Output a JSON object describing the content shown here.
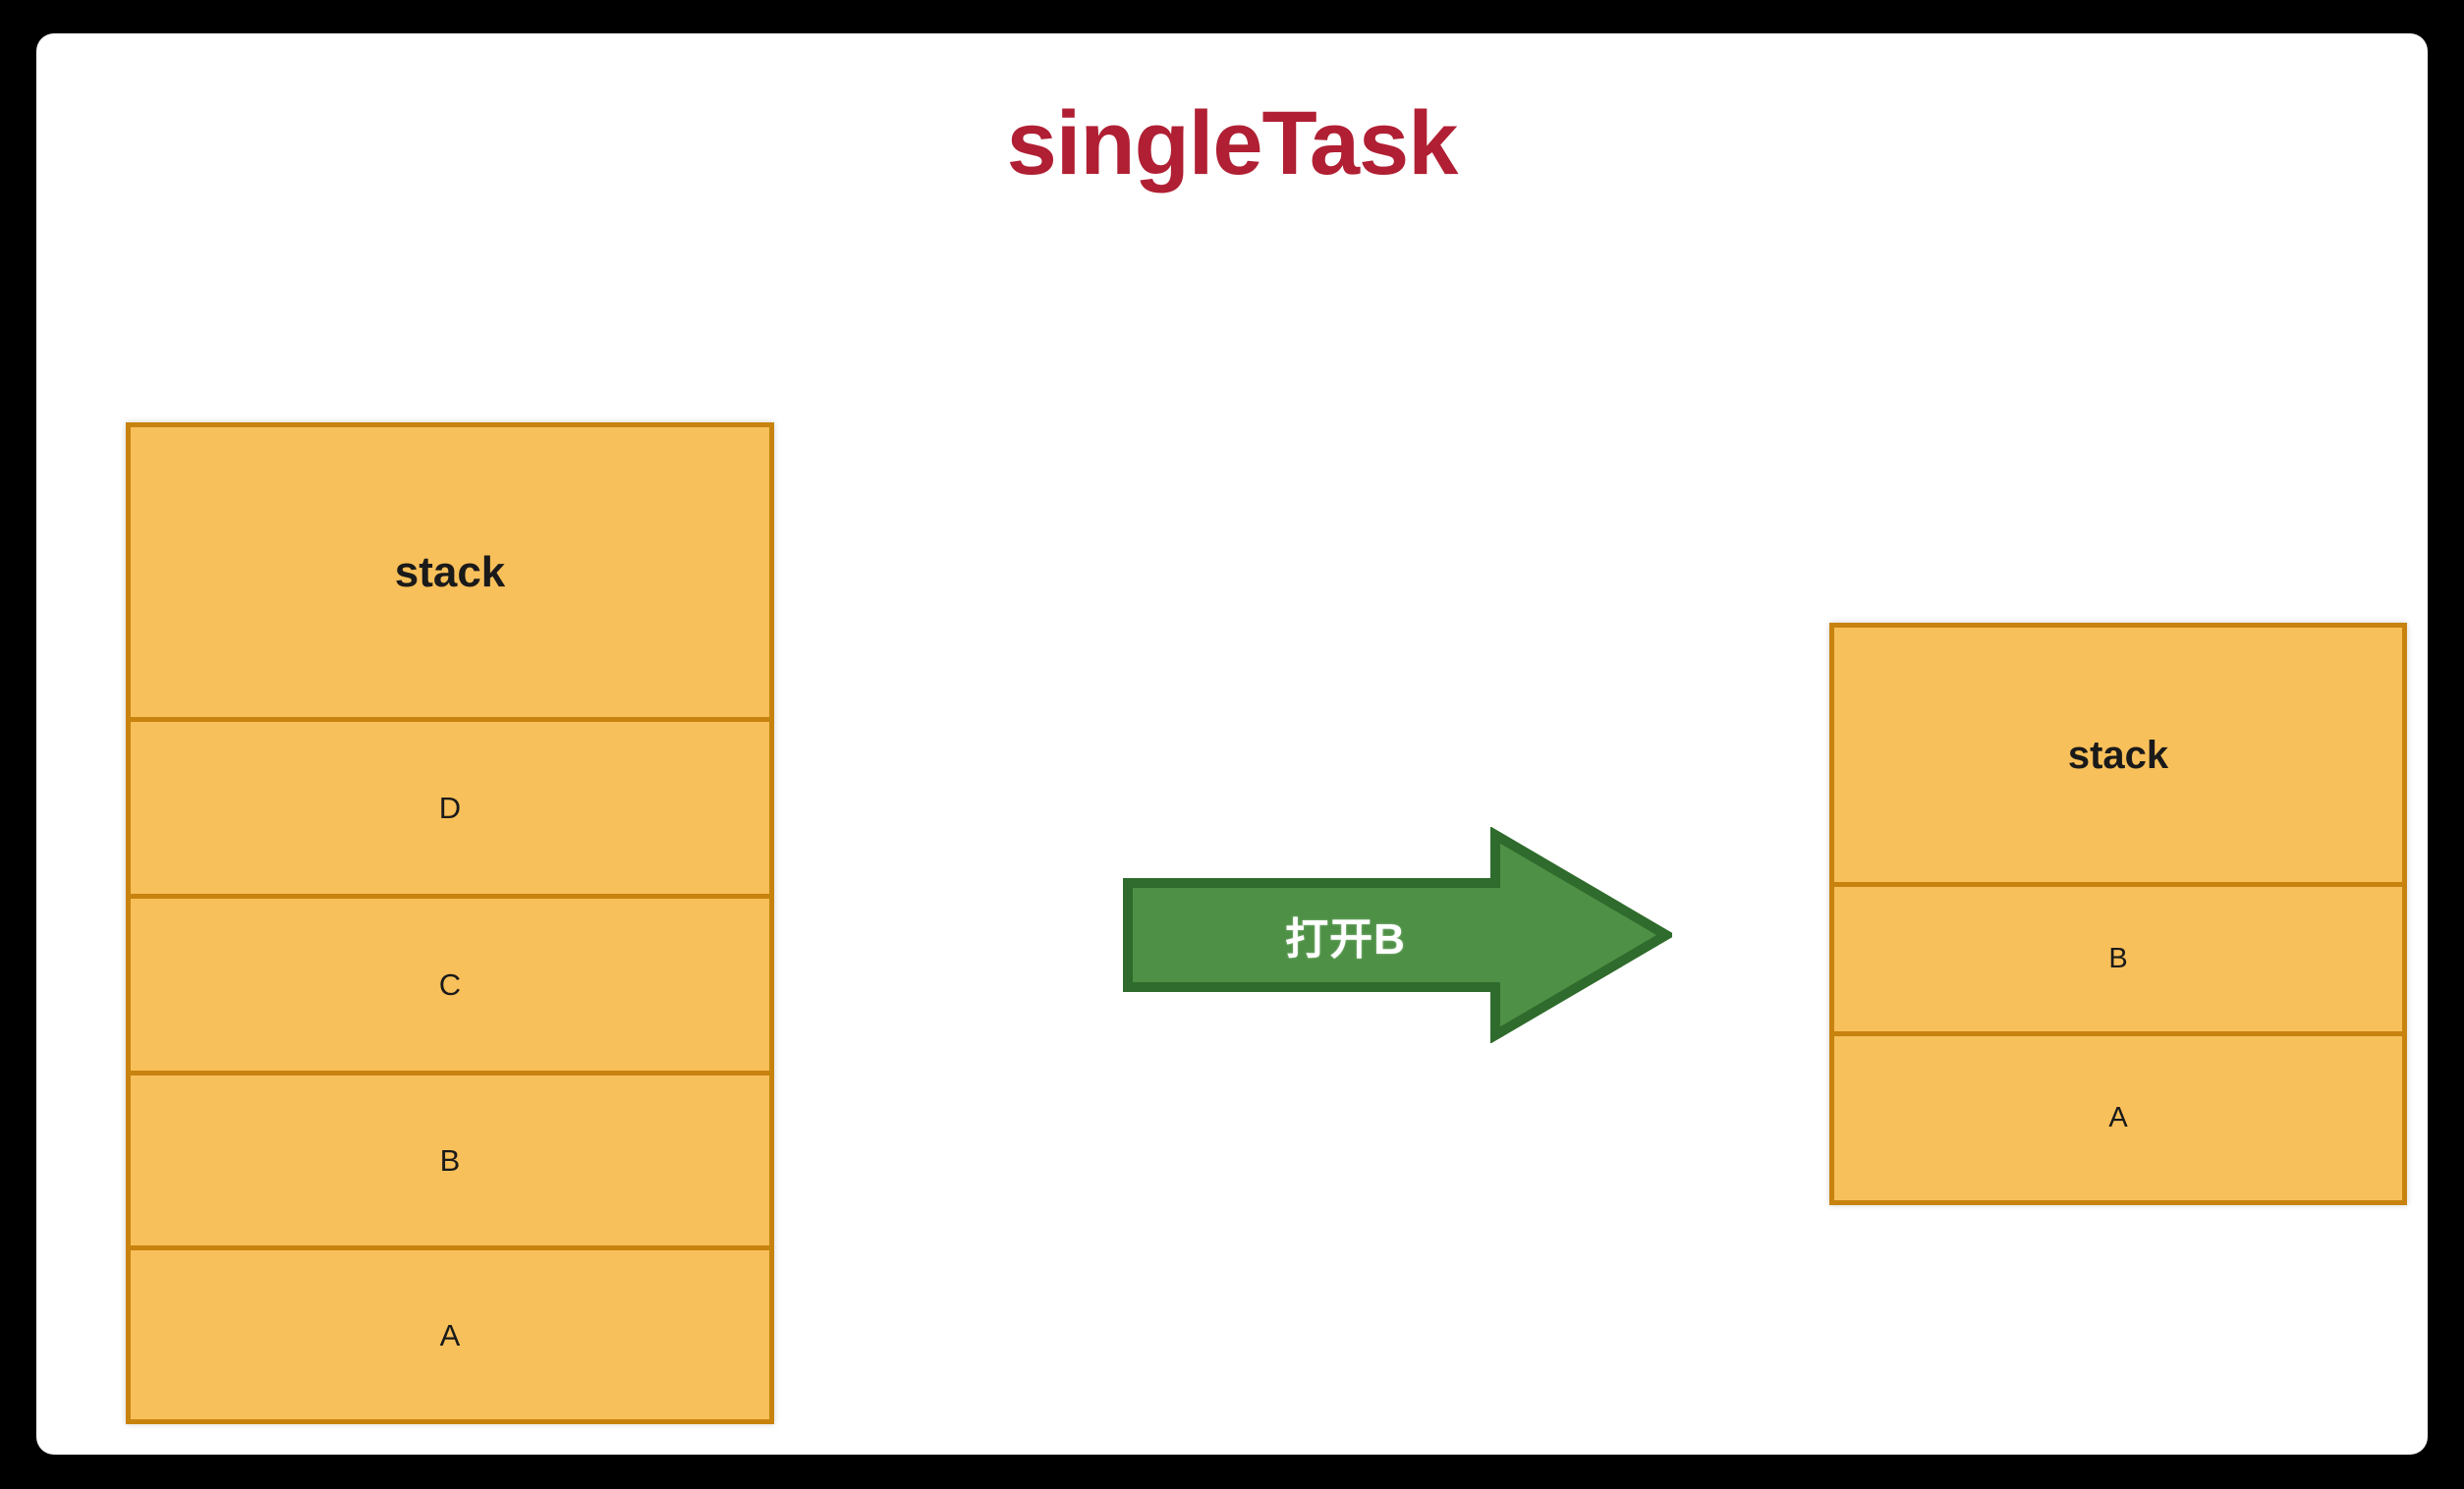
{
  "page": {
    "title": "singleTask",
    "title_color": "#b01f33",
    "background_color": "#ffffff",
    "frame_color": "#000000"
  },
  "colors": {
    "box_fill": "#f8c05a",
    "box_border": "#c8820e",
    "arrow_fill": "#4e9146",
    "arrow_border": "#2f6b2c",
    "arrow_label_color": "#ffffff",
    "cell_text_color": "#1a1a1a"
  },
  "diagram": {
    "left_stack": {
      "name": "stack-before",
      "cells": [
        {
          "label": "stack"
        },
        {
          "label": "D"
        },
        {
          "label": "C"
        },
        {
          "label": "B"
        },
        {
          "label": "A"
        }
      ]
    },
    "arrow": {
      "name": "open-b-arrow",
      "label": "打开B",
      "direction": "right"
    },
    "right_stack": {
      "name": "stack-after",
      "cells": [
        {
          "label": "stack"
        },
        {
          "label": "B"
        },
        {
          "label": "A"
        }
      ]
    }
  }
}
